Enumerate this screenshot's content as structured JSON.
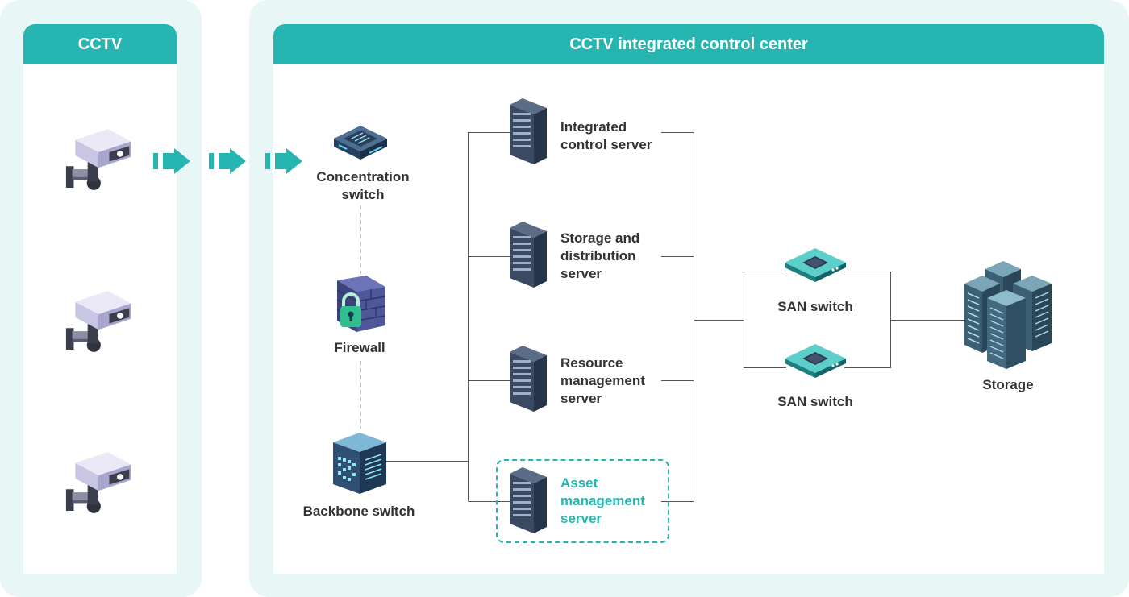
{
  "colors": {
    "panel_bg": "#e8f6f5",
    "header": "#26b5b1",
    "accent": "#26b5b1",
    "text": "#333333",
    "line": "#555555"
  },
  "left_panel": {
    "title": "CCTV",
    "icons": [
      "cctv-camera-icon",
      "cctv-camera-icon",
      "cctv-camera-icon"
    ]
  },
  "center_panel": {
    "title": "CCTV integrated control center",
    "concentration_switch": {
      "line1": "Concentration",
      "line2": "switch",
      "icon": "switch-icon"
    },
    "firewall": {
      "label": "Firewall",
      "icon": "firewall-lock-icon"
    },
    "backbone_switch": {
      "label": "Backbone switch",
      "icon": "backbone-switch-icon"
    },
    "servers": [
      {
        "line1": "Integrated",
        "line2": "control server",
        "line3": "",
        "icon": "server-rack-icon"
      },
      {
        "line1": "Storage and",
        "line2": "distribution",
        "line3": "server",
        "icon": "server-rack-icon"
      },
      {
        "line1": "Resource",
        "line2": "management",
        "line3": "server",
        "icon": "server-rack-icon"
      },
      {
        "line1": "Asset",
        "line2": "management",
        "line3": "server",
        "icon": "server-rack-icon",
        "highlighted": true
      }
    ],
    "san_switches": [
      {
        "label": "SAN switch",
        "icon": "san-switch-icon"
      },
      {
        "label": "SAN switch",
        "icon": "san-switch-icon"
      }
    ],
    "storage": {
      "label": "Storage",
      "icon": "storage-cluster-icon"
    }
  },
  "flow_arrows": [
    "flow-arrow-icon",
    "flow-arrow-icon",
    "flow-arrow-icon"
  ]
}
